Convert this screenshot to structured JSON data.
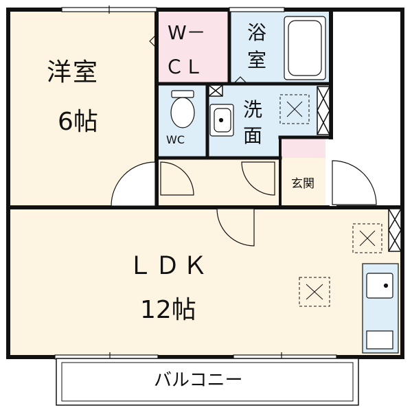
{
  "colors": {
    "background": "#ffffff",
    "floor_cream": "#fdf5e2",
    "closet_pink": "#fbe3ea",
    "wet_blue": "#ddeef8",
    "wall": "#111111"
  },
  "rooms": {
    "western": {
      "name": "洋室",
      "size": "6帖"
    },
    "closet": {
      "line1": "W－",
      "line2": "ＣＬ"
    },
    "bath": {
      "line1": "浴",
      "line2": "室"
    },
    "toilet": {
      "name": "WC"
    },
    "washroom": {
      "line1": "洗",
      "line2": "面"
    },
    "entrance": {
      "name": "玄関"
    },
    "ldk": {
      "name": "ＬＤＫ",
      "size": "12帖"
    },
    "balcony": {
      "name": "バルコニー"
    }
  }
}
